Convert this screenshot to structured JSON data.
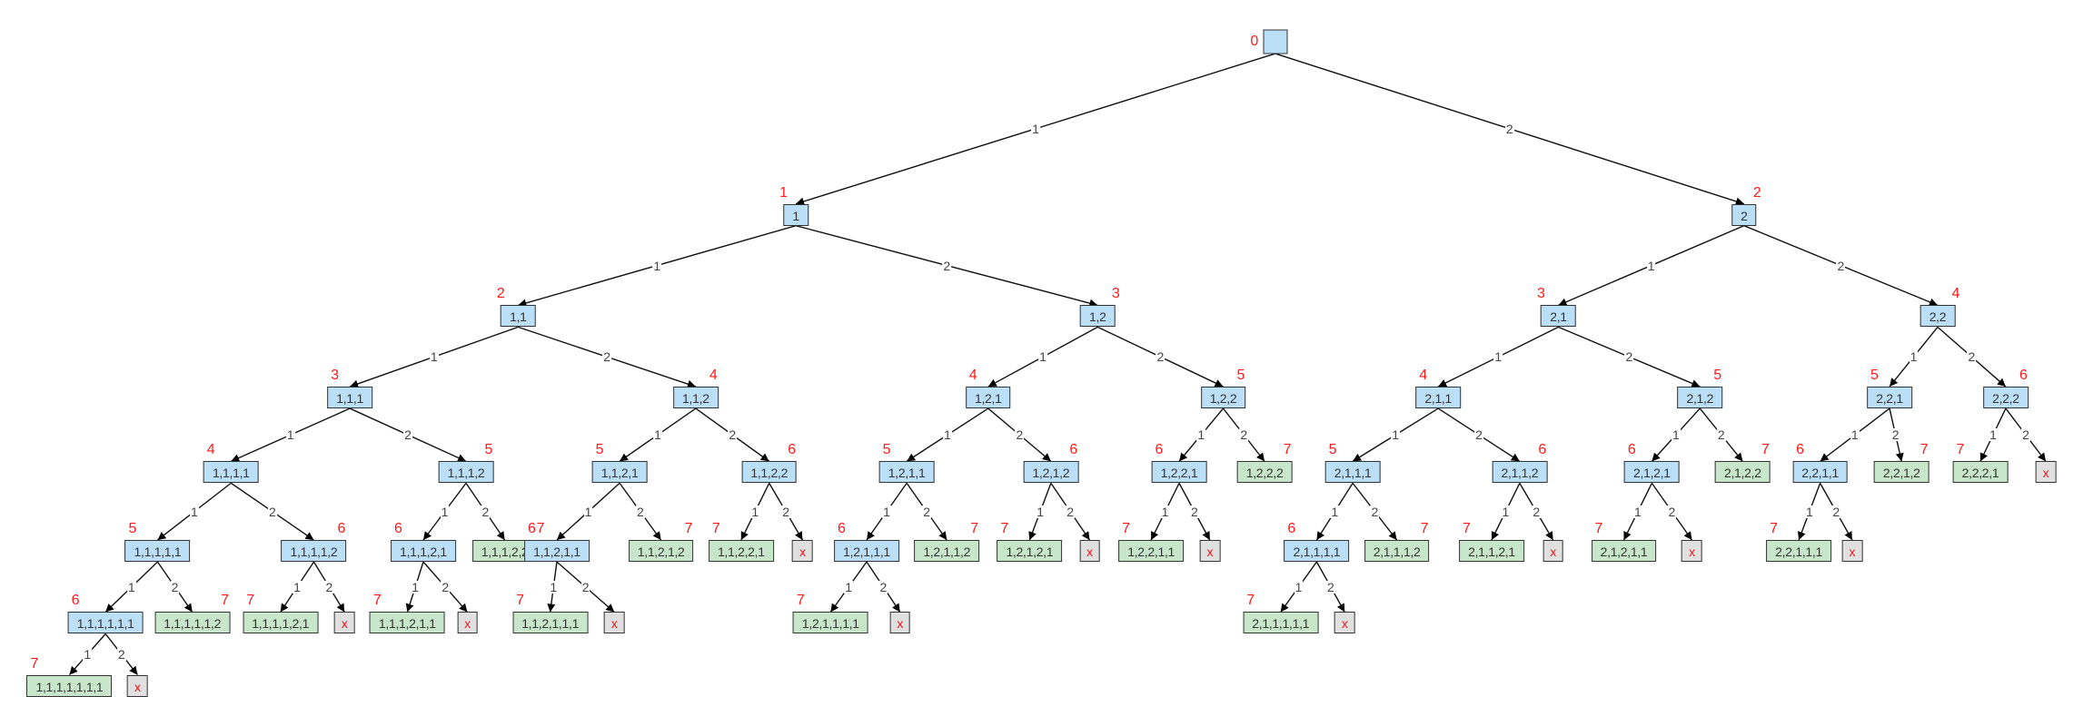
{
  "tree": {
    "label": "",
    "sum": "0",
    "children": [
      {
        "label": "1",
        "sum": "1",
        "edge": "1",
        "children": [
          {
            "label": "1,1",
            "sum": "2",
            "edge": "1",
            "children": [
              {
                "label": "1,1,1",
                "sum": "3",
                "edge": "1",
                "children": [
                  {
                    "label": "1,1,1,1",
                    "sum": "4",
                    "edge": "1",
                    "children": [
                      {
                        "label": "1,1,1,1,1",
                        "sum": "5",
                        "edge": "1",
                        "children": [
                          {
                            "label": "1,1,1,1,1,1",
                            "sum": "6",
                            "edge": "1",
                            "children": [
                              {
                                "label": "1,1,1,1,1,1,1",
                                "sum": "7",
                                "edge": "1"
                              },
                              {
                                "label": "x",
                                "edge": "2"
                              }
                            ]
                          },
                          {
                            "label": "1,1,1,1,1,2",
                            "sum": "7",
                            "edge": "2"
                          }
                        ]
                      },
                      {
                        "label": "1,1,1,1,2",
                        "sum": "6",
                        "edge": "2",
                        "children": [
                          {
                            "label": "1,1,1,1,2,1",
                            "sum": "7",
                            "edge": "1"
                          },
                          {
                            "label": "x",
                            "edge": "2"
                          }
                        ]
                      }
                    ]
                  },
                  {
                    "label": "1,1,1,2",
                    "sum": "5",
                    "edge": "2",
                    "children": [
                      {
                        "label": "1,1,1,2,1",
                        "sum": "6",
                        "edge": "1",
                        "children": [
                          {
                            "label": "1,1,1,2,1,1",
                            "sum": "7",
                            "edge": "1"
                          },
                          {
                            "label": "x",
                            "edge": "2"
                          }
                        ]
                      },
                      {
                        "label": "1,1,1,2,2",
                        "sum": "7",
                        "edge": "2"
                      }
                    ]
                  }
                ]
              },
              {
                "label": "1,1,2",
                "sum": "4",
                "edge": "2",
                "children": [
                  {
                    "label": "1,1,2,1",
                    "sum": "5",
                    "edge": "1",
                    "children": [
                      {
                        "label": "1,1,2,1,1",
                        "sum": "6",
                        "edge": "1",
                        "children": [
                          {
                            "label": "1,1,2,1,1,1",
                            "sum": "7",
                            "edge": "1"
                          },
                          {
                            "label": "x",
                            "edge": "2"
                          }
                        ]
                      },
                      {
                        "label": "1,1,2,1,2",
                        "sum": "7",
                        "edge": "2"
                      }
                    ]
                  },
                  {
                    "label": "1,1,2,2",
                    "sum": "6",
                    "edge": "2",
                    "children": [
                      {
                        "label": "1,1,2,2,1",
                        "sum": "7",
                        "edge": "1"
                      },
                      {
                        "label": "x",
                        "edge": "2"
                      }
                    ]
                  }
                ]
              }
            ]
          },
          {
            "label": "1,2",
            "sum": "3",
            "edge": "2",
            "children": [
              {
                "label": "1,2,1",
                "sum": "4",
                "edge": "1",
                "children": [
                  {
                    "label": "1,2,1,1",
                    "sum": "5",
                    "edge": "1",
                    "children": [
                      {
                        "label": "1,2,1,1,1",
                        "sum": "6",
                        "edge": "1",
                        "children": [
                          {
                            "label": "1,2,1,1,1,1",
                            "sum": "7",
                            "edge": "1"
                          },
                          {
                            "label": "x",
                            "edge": "2"
                          }
                        ]
                      },
                      {
                        "label": "1,2,1,1,2",
                        "sum": "7",
                        "edge": "2"
                      }
                    ]
                  },
                  {
                    "label": "1,2,1,2",
                    "sum": "6",
                    "edge": "2",
                    "children": [
                      {
                        "label": "1,2,1,2,1",
                        "sum": "7",
                        "edge": "1"
                      },
                      {
                        "label": "x",
                        "edge": "2"
                      }
                    ]
                  }
                ]
              },
              {
                "label": "1,2,2",
                "sum": "5",
                "edge": "2",
                "children": [
                  {
                    "label": "1,2,2,1",
                    "sum": "6",
                    "edge": "1",
                    "children": [
                      {
                        "label": "1,2,2,1,1",
                        "sum": "7",
                        "edge": "1"
                      },
                      {
                        "label": "x",
                        "edge": "2"
                      }
                    ]
                  },
                  {
                    "label": "1,2,2,2",
                    "sum": "7",
                    "edge": "2"
                  }
                ]
              }
            ]
          }
        ]
      },
      {
        "label": "2",
        "sum": "2",
        "edge": "2",
        "children": [
          {
            "label": "2,1",
            "sum": "3",
            "edge": "1",
            "children": [
              {
                "label": "2,1,1",
                "sum": "4",
                "edge": "1",
                "children": [
                  {
                    "label": "2,1,1,1",
                    "sum": "5",
                    "edge": "1",
                    "children": [
                      {
                        "label": "2,1,1,1,1",
                        "sum": "6",
                        "edge": "1",
                        "children": [
                          {
                            "label": "2,1,1,1,1,1",
                            "sum": "7",
                            "edge": "1"
                          },
                          {
                            "label": "x",
                            "edge": "2"
                          }
                        ]
                      },
                      {
                        "label": "2,1,1,1,2",
                        "sum": "7",
                        "edge": "2"
                      }
                    ]
                  },
                  {
                    "label": "2,1,1,2",
                    "sum": "6",
                    "edge": "2",
                    "children": [
                      {
                        "label": "2,1,1,2,1",
                        "sum": "7",
                        "edge": "1"
                      },
                      {
                        "label": "x",
                        "edge": "2"
                      }
                    ]
                  }
                ]
              },
              {
                "label": "2,1,2",
                "sum": "5",
                "edge": "2",
                "children": [
                  {
                    "label": "2,1,2,1",
                    "sum": "6",
                    "edge": "1",
                    "children": [
                      {
                        "label": "2,1,2,1,1",
                        "sum": "7",
                        "edge": "1"
                      },
                      {
                        "label": "x",
                        "edge": "2"
                      }
                    ]
                  },
                  {
                    "label": "2,1,2,2",
                    "sum": "7",
                    "edge": "2"
                  }
                ]
              }
            ]
          },
          {
            "label": "2,2",
            "sum": "4",
            "edge": "2",
            "children": [
              {
                "label": "2,2,1",
                "sum": "5",
                "edge": "1",
                "children": [
                  {
                    "label": "2,2,1,1",
                    "sum": "6",
                    "edge": "1",
                    "children": [
                      {
                        "label": "2,2,1,1,1",
                        "sum": "7",
                        "edge": "1"
                      },
                      {
                        "label": "x",
                        "edge": "2"
                      }
                    ]
                  },
                  {
                    "label": "2,2,1,2",
                    "sum": "7",
                    "edge": "2"
                  }
                ]
              },
              {
                "label": "2,2,2",
                "sum": "6",
                "edge": "2",
                "children": [
                  {
                    "label": "2,2,2,1",
                    "sum": "7",
                    "edge": "1"
                  },
                  {
                    "label": "x",
                    "edge": "2"
                  }
                ]
              }
            ]
          }
        ]
      }
    ]
  },
  "colors": {
    "internal": "#bcdff8",
    "complete": "#c8e6c9",
    "overflow": "#e0e0e0",
    "sum_label": "#ff1a1a"
  }
}
